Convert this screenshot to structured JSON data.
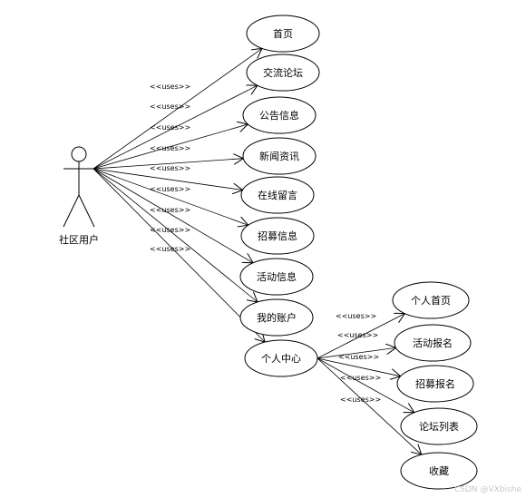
{
  "actor": {
    "name": "社区用户"
  },
  "stereotype": "<<uses>>",
  "main_use_cases": [
    {
      "id": "home",
      "label": "首页"
    },
    {
      "id": "forum",
      "label": "交流论坛"
    },
    {
      "id": "notice",
      "label": "公告信息"
    },
    {
      "id": "news",
      "label": "新闻资讯"
    },
    {
      "id": "message",
      "label": "在线留言"
    },
    {
      "id": "recruit-info",
      "label": "招募信息"
    },
    {
      "id": "activity-info",
      "label": "活动信息"
    },
    {
      "id": "account",
      "label": "我的账户"
    },
    {
      "id": "personal-center",
      "label": "个人中心"
    }
  ],
  "sub_use_cases": [
    {
      "id": "personal-home",
      "label": "个人首页"
    },
    {
      "id": "activity-signup",
      "label": "活动报名"
    },
    {
      "id": "recruit-signup",
      "label": "招募报名"
    },
    {
      "id": "forum-list",
      "label": "论坛列表"
    },
    {
      "id": "favorites",
      "label": "收藏"
    }
  ],
  "watermark": "CSDN @VXbishe"
}
